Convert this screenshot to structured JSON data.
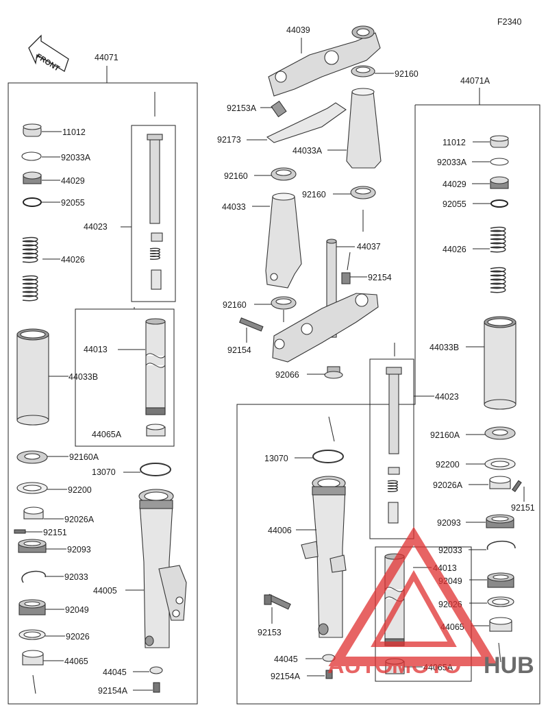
{
  "diagram": {
    "figure_code": "F2340",
    "front_label": "FRONT",
    "watermark": {
      "text_auto": "AUTO",
      "text_moto": "MOTO",
      "text_hub": "HUB",
      "color_red": "#e03131",
      "color_dark": "#3a3a3a"
    },
    "colors": {
      "line": "#222222",
      "part_fill": "#dcdcdc",
      "part_dark": "#8a8a8a"
    },
    "labels": {
      "l44071": "44071",
      "l44071A": "44071A",
      "l44039": "44039",
      "l92160_top": "92160",
      "l92153A": "92153A",
      "l92173": "92173",
      "l44033A": "44033A",
      "l92160_left": "92160",
      "l92160_mid": "92160",
      "l44033": "44033",
      "l44037": "44037",
      "l92154_r": "92154",
      "l92160_low": "92160",
      "l92154_l": "92154",
      "l92066": "92066",
      "L_11012": "11012",
      "L_92033A": "92033A",
      "L_44029": "44029",
      "L_92055": "92055",
      "L_44023": "44023",
      "L_44026": "44026",
      "L_44013": "44013",
      "L_44033B": "44033B",
      "L_44065A": "44065A",
      "L_92160A": "92160A",
      "L_13070": "13070",
      "L_92200": "92200",
      "L_92026A": "92026A",
      "L_92151": "92151",
      "L_92093": "92093",
      "L_92033": "92033",
      "L_44005": "44005",
      "L_92049": "92049",
      "L_92026": "92026",
      "L_44065": "44065",
      "L_44045": "44045",
      "L_92154A": "92154A",
      "R_11012": "11012",
      "R_92033A": "92033A",
      "R_44029": "44029",
      "R_92055": "92055",
      "R_44026": "44026",
      "R_44033B": "44033B",
      "R_44023": "44023",
      "R_92160A": "92160A",
      "R_92200": "92200",
      "R_92026A": "92026A",
      "R_92151": "92151",
      "R_92093": "92093",
      "R_92033": "92033",
      "R_44013": "44013",
      "R_92049": "92049",
      "R_92026": "92026",
      "R_44065": "44065",
      "R_44065A": "44065A",
      "R_13070": "13070",
      "R_44006": "44006",
      "R_92153": "92153",
      "R_44045": "44045",
      "R_92154A": "92154A"
    }
  }
}
